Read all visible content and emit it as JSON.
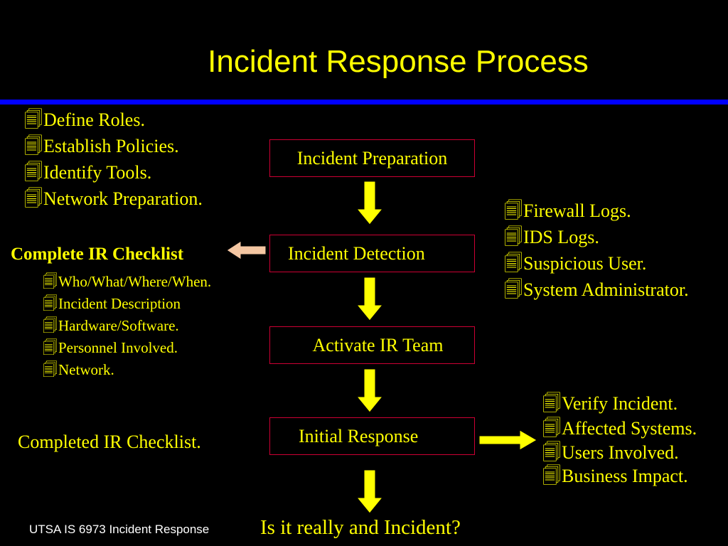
{
  "title": "Incident Response Process",
  "bullet": "🗐",
  "colors": {
    "background": "#000000",
    "text": "#ffff00",
    "rule": "#0000ff",
    "box_border": "#cc0033",
    "arrow": "#ffff00",
    "checklist_arrow": "#f4c6a2"
  },
  "flow": {
    "steps": [
      "Incident Preparation",
      "Incident Detection",
      "Activate IR Team",
      "Initial Response"
    ],
    "outcome": "Is it really and Incident?"
  },
  "preparation_items": [
    "Define Roles.",
    "Establish Policies.",
    "Identify Tools.",
    "Network Preparation."
  ],
  "detection_sources": [
    "Firewall Logs.",
    "IDS Logs.",
    "Suspicious User.",
    "System Administrator."
  ],
  "checklist": {
    "heading": "Complete IR Checklist",
    "items": [
      "Who/What/Where/When.",
      "Incident Description",
      "Hardware/Software.",
      "Personnel Involved.",
      "Network."
    ]
  },
  "completed_checklist": "Completed IR Checklist.",
  "response_items": [
    "Verify Incident.",
    "Affected Systems.",
    "Users Involved.",
    "Business Impact."
  ],
  "footer": "UTSA IS 6973 Incident Response"
}
